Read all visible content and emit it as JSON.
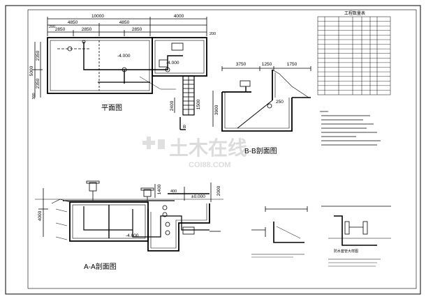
{
  "plan": {
    "title": "平面图",
    "dims_top": [
      "10000",
      "4000",
      "4850",
      "4850",
      "2850",
      "2850",
      "2850",
      "200",
      "200"
    ],
    "dims_left": [
      "5000",
      "2350",
      "2350",
      "300"
    ],
    "levels": [
      "-4.000",
      "-4.000"
    ],
    "stair_dims": [
      "2400",
      "1500"
    ],
    "cut_b": "B"
  },
  "section_bb": {
    "title": "B-B剖面图",
    "dims_top": [
      "3750",
      "1250",
      "1750"
    ],
    "dims_side": [
      "3900",
      "250"
    ]
  },
  "section_aa": {
    "title": "A-A剖面图",
    "levels": [
      "±0.000",
      "-4.000"
    ],
    "dims": [
      "4000",
      "2000",
      "1400",
      "400"
    ]
  },
  "material_table": {
    "title": "工程数量表",
    "rows": 17
  },
  "watermark": {
    "brand": "土木在线",
    "domain": "COI88.COM"
  },
  "detail_note": "防水套管大样图"
}
